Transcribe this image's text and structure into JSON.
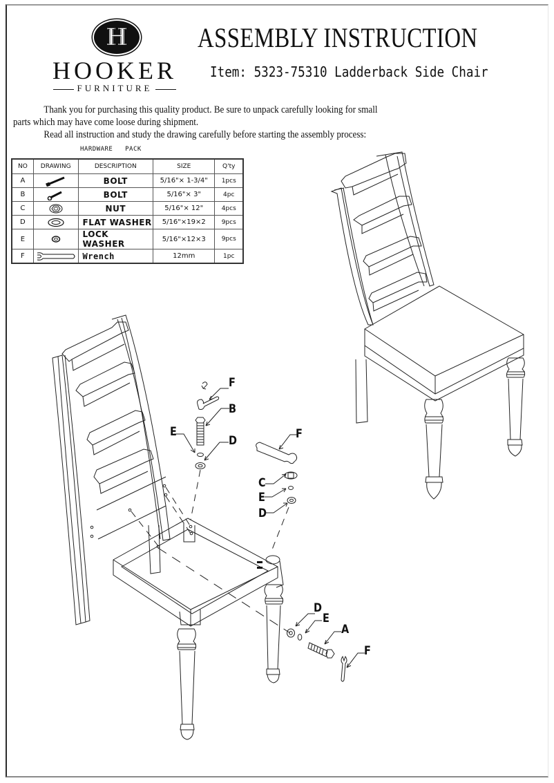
{
  "brand": {
    "monogram": "H",
    "name": "HOOKER",
    "sub": "FURNITURE"
  },
  "header": {
    "title": "ASSEMBLY INSTRUCTION",
    "item_line": "Item: 5323-75310  Ladderback Side Chair",
    "item_number": "5323-75310",
    "product_name": "Ladderback Side Chair"
  },
  "intro": {
    "line1": "Thank you for purchasing this quality product. Be sure to unpack carefully looking for small",
    "line2": "parts which may have come loose during shipment.",
    "line3": "Read all instruction and study the drawing carefully before starting the assembly process:"
  },
  "hardware_pack": {
    "caption": "HARDWARE   PACK",
    "columns": [
      "NO",
      "DRAWING",
      "DESCRIPTION",
      "SIZE",
      "Q'ty"
    ],
    "rows": [
      {
        "no": "A",
        "drawing": "bolt-long-icon",
        "description": "BOLT",
        "size": "5/16\"× 1-3/4\"",
        "qty": "1pcs"
      },
      {
        "no": "B",
        "drawing": "bolt-short-icon",
        "description": "BOLT",
        "size": "5/16\"× 3\"",
        "qty": "4pc"
      },
      {
        "no": "C",
        "drawing": "hex-nut-icon",
        "description": "NUT",
        "size": "5/16\"× 12\"",
        "qty": "4pcs"
      },
      {
        "no": "D",
        "drawing": "flat-washer-icon",
        "description": "FLAT WASHER",
        "size": "5/16\"×19×2",
        "qty": "9pcs"
      },
      {
        "no": "E",
        "drawing": "lock-washer-icon",
        "description": "LOCK WASHER",
        "size": "5/16\"×12×3",
        "qty": "9pcs"
      },
      {
        "no": "F",
        "drawing": "wrench-icon",
        "description": "Wrench",
        "size": "12mm",
        "qty": "1pc"
      }
    ]
  },
  "diagram": {
    "callouts": {
      "top_group": [
        "F",
        "B",
        "E",
        "D"
      ],
      "right_group": [
        "F",
        "C",
        "E",
        "D"
      ],
      "bottom_group": [
        "D",
        "E",
        "A",
        "F"
      ]
    }
  }
}
